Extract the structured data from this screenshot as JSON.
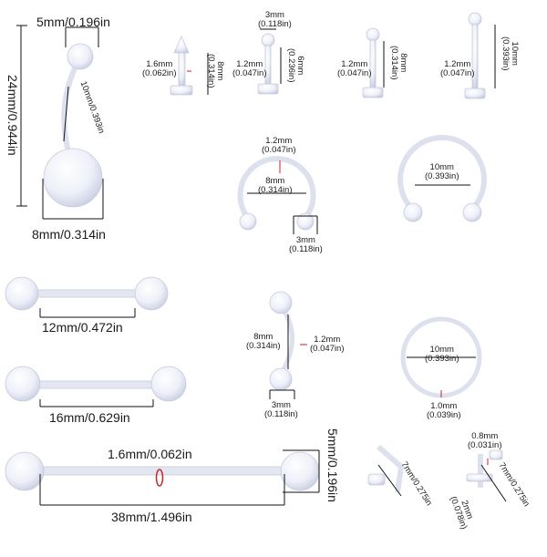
{
  "labels": {
    "curved_ball_dia": "5mm/0.196in",
    "curved_total": "24mm/0.944in",
    "curved_bar": "10mm/0.393in",
    "curved_bottom_ball": "8mm/0.314in",
    "labret1_w_a": "1.6mm",
    "labret1_w_b": "(0.062in)",
    "labret1_h_a": "8mm",
    "labret1_h_b": "(0.314in)",
    "labret2_top_a": "3mm",
    "labret2_top_b": "(0.118in)",
    "labret2_w_a": "1.2mm",
    "labret2_w_b": "(0.047in)",
    "labret2_h_a": "6mm",
    "labret2_h_b": "(0.236in)",
    "labret3_w_a": "1.2mm",
    "labret3_w_b": "(0.047in)",
    "labret3_h_a": "8mm",
    "labret3_h_b": "(0.314in)",
    "labret4_w_a": "1.2mm",
    "labret4_w_b": "(0.047in)",
    "labret4_h_a": "10mm",
    "labret4_h_b": "(0.393in)",
    "horse1_gauge_a": "1.2mm",
    "horse1_gauge_b": "(0.047in)",
    "horse1_dia_a": "8mm",
    "horse1_dia_b": "(0.314in)",
    "horse1_ball_a": "3mm",
    "horse1_ball_b": "(0.118in)",
    "horse2_dia_a": "10mm",
    "horse2_dia_b": "(0.393in)",
    "barbell1": "12mm/0.472in",
    "barbell2": "16mm/0.629in",
    "curve2_h_a": "8mm",
    "curve2_h_b": "(0.314in)",
    "curve2_w_a": "1.2mm",
    "curve2_w_b": "(0.047in)",
    "curve2_ball_a": "3mm",
    "curve2_ball_b": "(0.118in)",
    "ring_dia_a": "10mm",
    "ring_dia_b": "(0.393in)",
    "ring_gauge_a": "1.0mm",
    "ring_gauge_b": "(0.039in)",
    "industrial_gauge": "1.6mm/0.062in",
    "industrial_len": "38mm/1.496in",
    "industrial_ball": "5mm/0.196in",
    "nose1_len": "7mm/0.275in",
    "nose2_gauge_a": "0.8mm",
    "nose2_gauge_b": "(0.031in)",
    "nose2_top": "2mm",
    "nose2_top_b": "(0.078in)",
    "nose2_len": "7mm/0.275in"
  },
  "colors": {
    "jewelry": "#eef0f8",
    "jewelry_edge": "#c9cedd",
    "dimension_line": "#111111",
    "marker_red": "#cc2222"
  }
}
